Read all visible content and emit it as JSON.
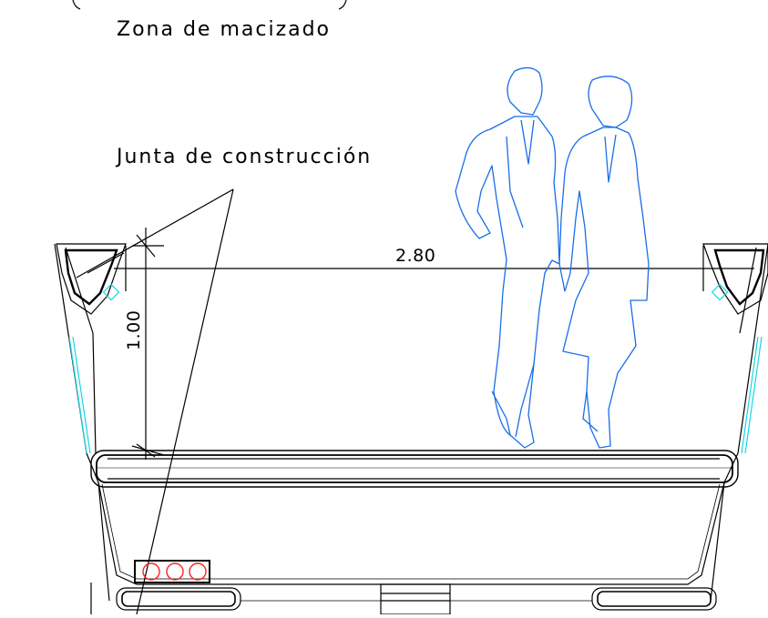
{
  "labels": {
    "solid_zone": "Zona de macizado",
    "construction_joint": "Junta de construcción",
    "width_dimension": "2.80",
    "height_dimension": "1.00"
  },
  "colors": {
    "line": "#000000",
    "figures": "#1a6ee8",
    "cyan_detail": "#19d6e6",
    "ducts": "#ff2020"
  },
  "figures": "couple-walking"
}
